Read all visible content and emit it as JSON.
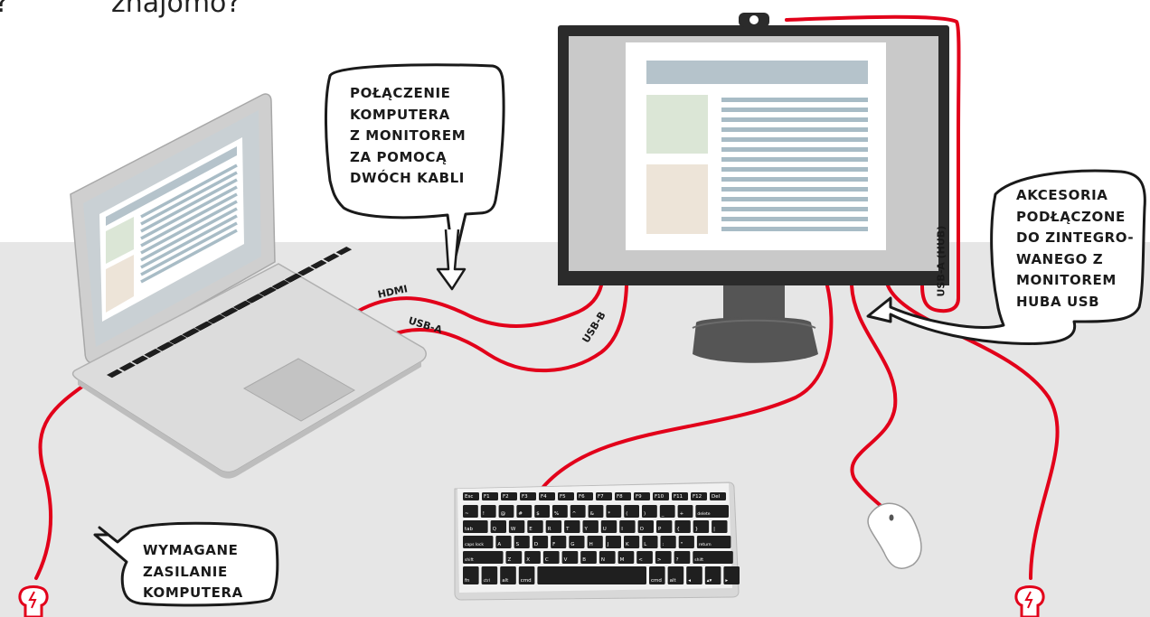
{
  "header": {
    "question_fragment": "znajomo?",
    "question_mark": "?"
  },
  "callouts": {
    "connection": [
      "POŁĄCZENIE",
      "KOMPUTERA",
      "Z MONITOREM",
      "ZA POMOCĄ",
      "DWÓCH KABLI"
    ],
    "accessories": [
      "AKCESORIA",
      "PODŁĄCZONE",
      "DO ZINTEGRO-",
      "WANEGO Z",
      "MONITOREM",
      "HUBA USB"
    ],
    "power": [
      "WYMAGANE",
      "ZASILANIE",
      "KOMPUTERA"
    ]
  },
  "cable_labels": {
    "hdmi": "HDMI",
    "usb_a": "USB-A",
    "usb_b": "USB-B",
    "usb_a_hub": "USB-A (HUB)"
  },
  "keyboard": {
    "fn_row": [
      "Esc",
      "F1",
      "F2",
      "F3",
      "F4",
      "F5",
      "F6",
      "F7",
      "F8",
      "F9",
      "F10",
      "F11",
      "F12",
      "Del"
    ],
    "num_row": [
      "~",
      "!",
      "@",
      "#",
      "$",
      "%",
      "^",
      "&",
      "*",
      "(",
      ")",
      "_",
      "+",
      "delete"
    ],
    "top_row": [
      "tab",
      "Q",
      "W",
      "E",
      "R",
      "T",
      "Y",
      "U",
      "I",
      "O",
      "P",
      "{",
      "}",
      "|"
    ],
    "home_row": [
      "caps lock",
      "A",
      "S",
      "D",
      "F",
      "G",
      "H",
      "J",
      "K",
      "L",
      ":",
      "\"",
      "return"
    ],
    "bottom_row": [
      "shift",
      "Z",
      "X",
      "C",
      "V",
      "B",
      "N",
      "M",
      "<",
      ">",
      "?",
      "shift"
    ],
    "space_row": [
      "fn",
      "ctrl",
      "alt",
      "cmd",
      "",
      "cmd",
      "alt",
      "◂",
      "▴▾",
      "▸"
    ]
  },
  "colors": {
    "cable": "#e2001a",
    "floor": "#e6e6e6",
    "monitor_frame": "#2b2b2b",
    "screen_bg": "#c9c9c9",
    "doc_header": "#b5c3cb",
    "doc_line": "#a8bcc6",
    "doc_green": "#dbe6d6",
    "doc_beige": "#ede4d8",
    "stand": "#555555"
  }
}
